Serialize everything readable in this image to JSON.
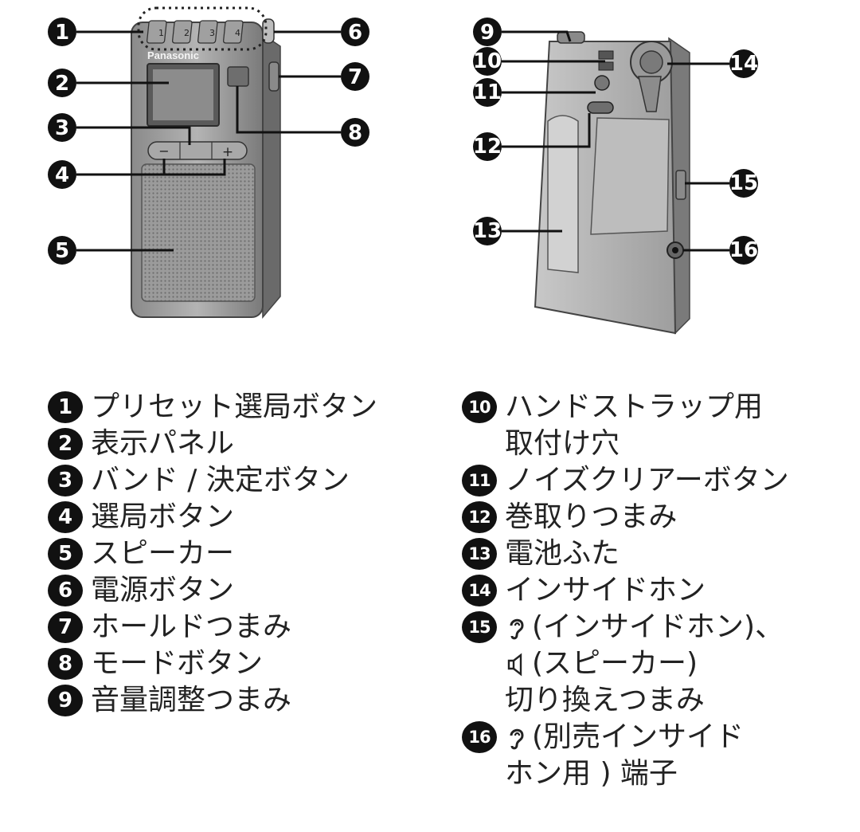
{
  "device": {
    "brand": "Panasonic",
    "preset_keys": [
      "1",
      "2",
      "3",
      "4"
    ],
    "tune_minus": "−",
    "tune_plus": "+"
  },
  "callouts": [
    "1",
    "2",
    "3",
    "4",
    "5",
    "6",
    "7",
    "8",
    "9",
    "10",
    "11",
    "12",
    "13",
    "14",
    "15",
    "16"
  ],
  "legend_left": [
    {
      "number": "1",
      "lines": [
        "プリセット選局ボタン"
      ]
    },
    {
      "number": "2",
      "lines": [
        "表示パネル"
      ]
    },
    {
      "number": "3",
      "lines": [
        "バンド / 決定ボタン"
      ]
    },
    {
      "number": "4",
      "lines": [
        "選局ボタン"
      ]
    },
    {
      "number": "5",
      "lines": [
        "スピーカー"
      ]
    },
    {
      "number": "6",
      "lines": [
        "電源ボタン"
      ]
    },
    {
      "number": "7",
      "lines": [
        "ホールドつまみ"
      ]
    },
    {
      "number": "8",
      "lines": [
        "モードボタン"
      ]
    },
    {
      "number": "9",
      "lines": [
        "音量調整つまみ"
      ]
    }
  ],
  "legend_right": [
    {
      "number": "10",
      "lines": [
        "ハンドストラップ用",
        "取付け穴"
      ]
    },
    {
      "number": "11",
      "lines": [
        "ノイズクリアーボタン"
      ]
    },
    {
      "number": "12",
      "lines": [
        "巻取りつまみ"
      ]
    },
    {
      "number": "13",
      "lines": [
        "電池ふた"
      ]
    },
    {
      "number": "14",
      "lines": [
        "インサイドホン"
      ]
    },
    {
      "number": "15",
      "lines": [
        "(インサイドホン)、",
        "(スピーカー)",
        "切り換えつまみ"
      ],
      "icons": [
        "ear-icon",
        "speaker-icon",
        ""
      ]
    },
    {
      "number": "16",
      "lines": [
        "(別売インサイド",
        "ホン用 ) 端子"
      ],
      "icons": [
        "ear-icon",
        ""
      ]
    }
  ]
}
